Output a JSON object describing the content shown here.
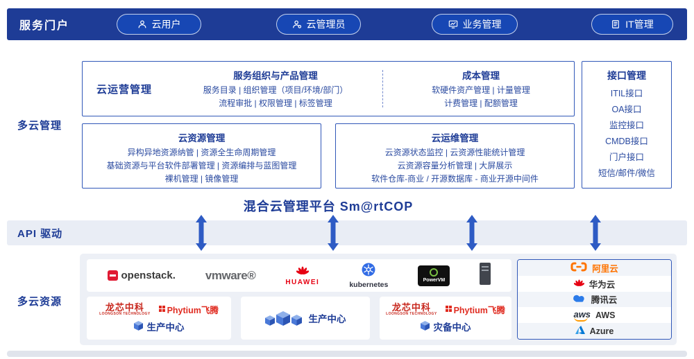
{
  "portal": {
    "label": "服务门户",
    "buttons": [
      {
        "label": "云用户",
        "icon": "user-icon"
      },
      {
        "label": "云管理员",
        "icon": "admin-user-icon"
      },
      {
        "label": "业务管理",
        "icon": "business-monitor-icon"
      },
      {
        "label": "IT管理",
        "icon": "it-document-icon"
      }
    ]
  },
  "management": {
    "section_label": "多云管理",
    "operation_box": {
      "title": "云运营管理",
      "service_product": {
        "title": "服务组织与产品管理",
        "lines": [
          "服务目录 | 组织管理（项目/环境/部门）",
          "流程审批 | 权限管理 | 标签管理"
        ]
      },
      "cost": {
        "title": "成本管理",
        "lines": [
          "软硬件资产管理 | 计量管理",
          "计费管理 | 配额管理"
        ]
      }
    },
    "resource_box": {
      "title": "云资源管理",
      "lines": [
        "异构异地资源纳管 | 资源全生命周期管理",
        "基础资源与平台软件部署管理 | 资源编排与蓝图管理",
        "裸机管理 | 镜像管理"
      ]
    },
    "maintenance_box": {
      "title": "云运维管理",
      "lines": [
        "云资源状态监控 | 云资源性能统计管理",
        "云资源容量分析管理 | 大屏展示",
        "软件仓库-商业 / 开源数据库 - 商业开源中间件"
      ]
    },
    "interface_box": {
      "title": "接口管理",
      "items": [
        "ITIL接口",
        "OA接口",
        "监控接口",
        "CMDB接口",
        "门户接口",
        "短信/邮件/微信"
      ]
    },
    "platform_title": "混合云管理平台 Sm@rtCOP"
  },
  "api_band": {
    "label": "API 驱动"
  },
  "resources": {
    "section_label": "多云资源",
    "platforms": [
      {
        "name": "openstack.",
        "icon": "openstack-icon"
      },
      {
        "name": "vmware®",
        "icon": "vmware-wordmark"
      },
      {
        "name": "HUAWEI",
        "icon": "huawei-flower-icon"
      },
      {
        "name": "kubernetes",
        "icon": "kubernetes-helm-icon"
      },
      {
        "name": "PowerVM",
        "icon": "powervm-icon"
      },
      {
        "name": "",
        "icon": "server-tower-icon"
      }
    ],
    "clouds": [
      {
        "name": "阿里云",
        "icon": "alibaba-cloud-icon"
      },
      {
        "name": "华为云",
        "icon": "huawei-cloud-icon"
      },
      {
        "name": "腾讯云",
        "icon": "tencent-cloud-icon"
      },
      {
        "name": "AWS",
        "logo_text": "aws",
        "icon": "aws-icon"
      },
      {
        "name": "Azure",
        "icon": "azure-icon"
      }
    ],
    "centers": [
      {
        "brand1": "龙芯中科",
        "brand1_sub": "LOONGSON TECHNOLOGY",
        "brand2": "Phytium飞腾",
        "label": "生产中心"
      },
      {
        "label": "生产中心"
      },
      {
        "brand1": "龙芯中科",
        "brand1_sub": "LOONGSON TECHNOLOGY",
        "brand2": "Phytium飞腾",
        "label": "灾备中心"
      }
    ]
  },
  "colors": {
    "navy": "#1e3c96",
    "box_border": "#3057b8",
    "band_gray": "#e9edf5",
    "arrow_blue": "#2e5bc4",
    "alibaba_orange": "#ff7300",
    "huawei_red": "#e60012",
    "kubernetes_blue": "#326ce5",
    "azure_blue": "#0078d4",
    "aws_orange": "#ff9900",
    "loongson_red": "#c8281e"
  }
}
